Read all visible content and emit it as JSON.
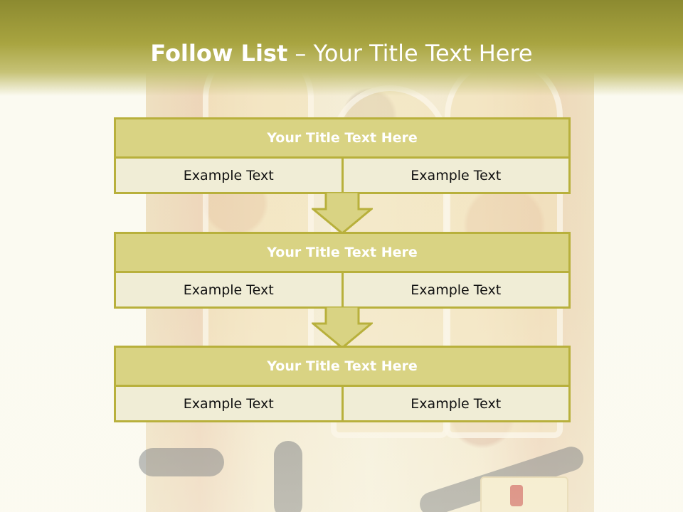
{
  "slide": {
    "title_bold": "Follow List",
    "title_rest": " – Your Title Text Here"
  },
  "steps": [
    {
      "title": "Your Title Text Here",
      "left": "Example Text",
      "right": "Example Text"
    },
    {
      "title": "Your Title Text Here",
      "left": "Example Text",
      "right": "Example Text"
    },
    {
      "title": "Your Title Text Here",
      "left": "Example Text",
      "right": "Example Text"
    }
  ],
  "colors": {
    "header_band": "#a8a440",
    "block_fill": "#d9d383",
    "block_border": "#b8b03c",
    "cell_fill": "#f0edd6"
  }
}
